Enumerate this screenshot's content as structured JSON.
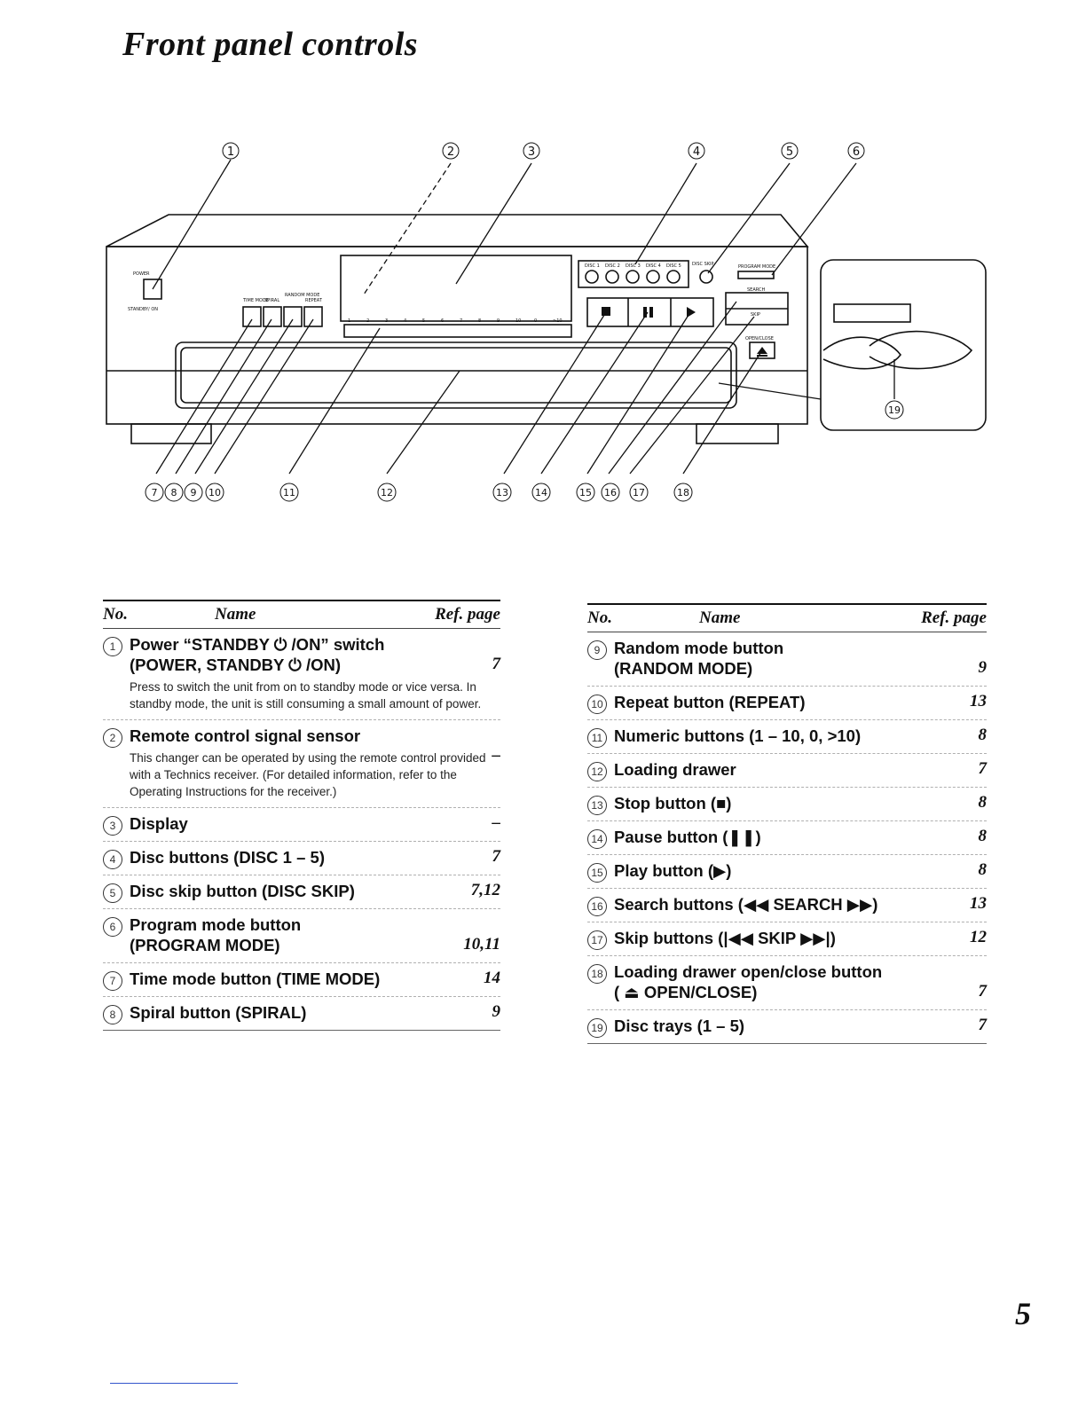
{
  "page": {
    "title": "Front panel controls",
    "page_number": "5"
  },
  "diagram": {
    "callouts_top": [
      "1",
      "2",
      "3",
      "4",
      "5",
      "6"
    ],
    "callouts_bottom": [
      "7",
      "8",
      "9",
      "10",
      "11",
      "12",
      "13",
      "14",
      "15",
      "16",
      "17",
      "18"
    ],
    "callout_tray": "19",
    "labels": {
      "power": "POWER",
      "standby": "STANDBY/ ON",
      "time_mode": "TIME MODE",
      "spiral": "SPIRAL",
      "random_mode": "RANDOM MODE",
      "repeat": "REPEAT",
      "disc_skip": "DISC SKIP",
      "program_mode": "PROGRAM MODE",
      "search": "SEARCH",
      "skip": "SKIP",
      "open_close": "OPEN/CLOSE",
      "disc_buttons": [
        "DISC 1",
        "DISC 2",
        "DISC 3",
        "DISC 4",
        "DISC 5"
      ],
      "numeric": [
        "1",
        "2",
        "3",
        "4",
        "5",
        "6",
        "7",
        "8",
        "9",
        "10",
        "0",
        ">10"
      ]
    }
  },
  "table_headers": {
    "no": "No.",
    "name": "Name",
    "ref": "Ref. page"
  },
  "left_table": [
    {
      "no": "1",
      "name": "Power “STANDBY ⏻ /ON” switch\n(POWER, STANDBY ⏻ /ON)",
      "page": "7",
      "desc": "Press to switch the unit from on to standby mode or vice versa. In standby mode, the unit is still consuming a small amount of power."
    },
    {
      "no": "2",
      "name": "Remote control signal sensor",
      "page": "–",
      "desc": "This changer can be operated by using the remote control provided with a Technics receiver. (For detailed information, refer to the Operating Instructions for the receiver.)"
    },
    {
      "no": "3",
      "name": "Display",
      "page": "–",
      "desc": ""
    },
    {
      "no": "4",
      "name": "Disc buttons (DISC 1 – 5)",
      "page": "7",
      "desc": ""
    },
    {
      "no": "5",
      "name": "Disc skip button (DISC SKIP)",
      "page": "7,12",
      "desc": ""
    },
    {
      "no": "6",
      "name": "Program mode button\n(PROGRAM MODE)",
      "page": "10,11",
      "desc": ""
    },
    {
      "no": "7",
      "name": "Time mode button (TIME MODE)",
      "page": "14",
      "desc": ""
    },
    {
      "no": "8",
      "name": "Spiral button (SPIRAL)",
      "page": "9",
      "desc": ""
    }
  ],
  "right_table": [
    {
      "no": "9",
      "name": "Random mode button\n(RANDOM MODE)",
      "page": "9"
    },
    {
      "no": "10",
      "name": "Repeat button (REPEAT)",
      "page": "13"
    },
    {
      "no": "11",
      "name": "Numeric buttons (1 – 10, 0, >10)",
      "page": "8"
    },
    {
      "no": "12",
      "name": "Loading drawer",
      "page": "7"
    },
    {
      "no": "13",
      "name": "Stop button (■)",
      "page": "8"
    },
    {
      "no": "14",
      "name": "Pause button (❚❚)",
      "page": "8"
    },
    {
      "no": "15",
      "name": "Play button (▶)",
      "page": "8"
    },
    {
      "no": "16",
      "name": "Search buttons (◀◀ SEARCH ▶▶)",
      "page": "13"
    },
    {
      "no": "17",
      "name": "Skip buttons (|◀◀ SKIP ▶▶|)",
      "page": "12"
    },
    {
      "no": "18",
      "name": "Loading drawer open/close button\n( ⏏ OPEN/CLOSE)",
      "page": "7"
    },
    {
      "no": "19",
      "name": "Disc trays (1 – 5)",
      "page": "7"
    }
  ]
}
